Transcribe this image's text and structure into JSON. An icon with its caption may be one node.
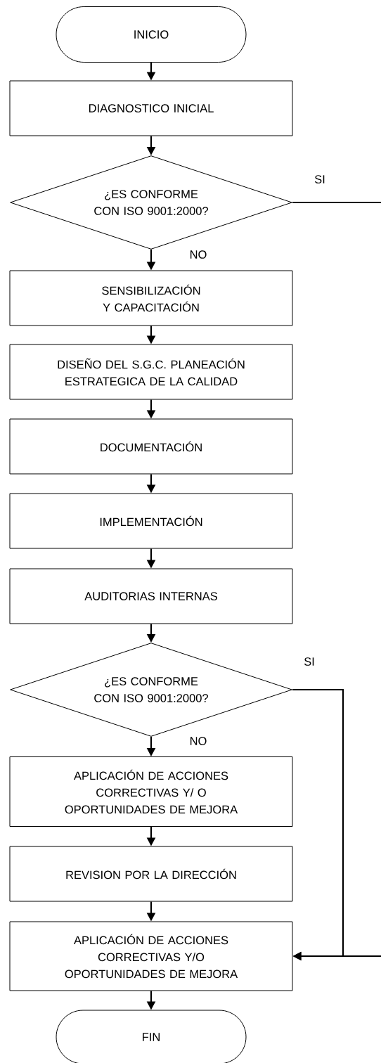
{
  "diagram": {
    "nodes": [
      {
        "text": [
          "INICIO"
        ]
      },
      {
        "text": [
          "DIAGNOSTICO INICIAL"
        ]
      },
      {
        "text": [
          "¿ES CONFORME CON ISO 9001:2000?"
        ]
      },
      {
        "text": [
          "SENSIBILIZACIÓN Y CAPACITACIÓN"
        ]
      },
      {
        "text": [
          "DISEÑO DEL S.G.C. PLANEACIÓN ESTRATEGICA DE LA CALIDAD"
        ]
      },
      {
        "text": [
          "DOCUMENTACIÓN"
        ]
      },
      {
        "text": [
          "IMPLEMENTACIÓN"
        ]
      },
      {
        "text": [
          "AUDITORIAS INTERNAS"
        ]
      },
      {
        "text": [
          "¿ES CONFORME CON ISO 9001:2000?"
        ]
      },
      {
        "text": [
          "APLICACIÓN DE ACCIONES CORRECTIVAS Y/ O OPORTUNIDADES DE MEJORA"
        ]
      },
      {
        "text": [
          "REVISION POR LA DIRECCIÓN"
        ]
      },
      {
        "text": [
          "APLICACIÓN DE ACCIONES CORRECTIVAS Y/O OPORTUNIDADES DE MEJORA"
        ]
      },
      {
        "text": [
          "FIN"
        ]
      }
    ],
    "edges": [
      {
        "from": 0,
        "to": 1,
        "arrow": "to"
      },
      {
        "from": 1,
        "to": 2,
        "arrow": "to"
      },
      {
        "from": 2,
        "to": 3,
        "arrow": "to",
        "label": "NO"
      },
      {
        "from": 2,
        "to": null,
        "arrow": "none",
        "label": "SI"
      },
      {
        "from": 3,
        "to": 4,
        "arrow": "to"
      },
      {
        "from": 4,
        "to": 5,
        "arrow": "to"
      },
      {
        "from": 5,
        "to": 6,
        "arrow": "to"
      },
      {
        "from": 6,
        "to": 7,
        "arrow": "to"
      },
      {
        "from": 7,
        "to": 8,
        "arrow": "to"
      },
      {
        "from": 8,
        "to": 9,
        "arrow": "to",
        "label": "NO"
      },
      {
        "from": 8,
        "to": 11,
        "arrow": "to",
        "label": "SI"
      },
      {
        "from": 9,
        "to": 10,
        "arrow": "to"
      },
      {
        "from": 10,
        "to": 11,
        "arrow": "to"
      },
      {
        "from": null,
        "to": 11,
        "arrow": "to"
      },
      {
        "from": 11,
        "to": 12,
        "arrow": "to"
      }
    ]
  }
}
